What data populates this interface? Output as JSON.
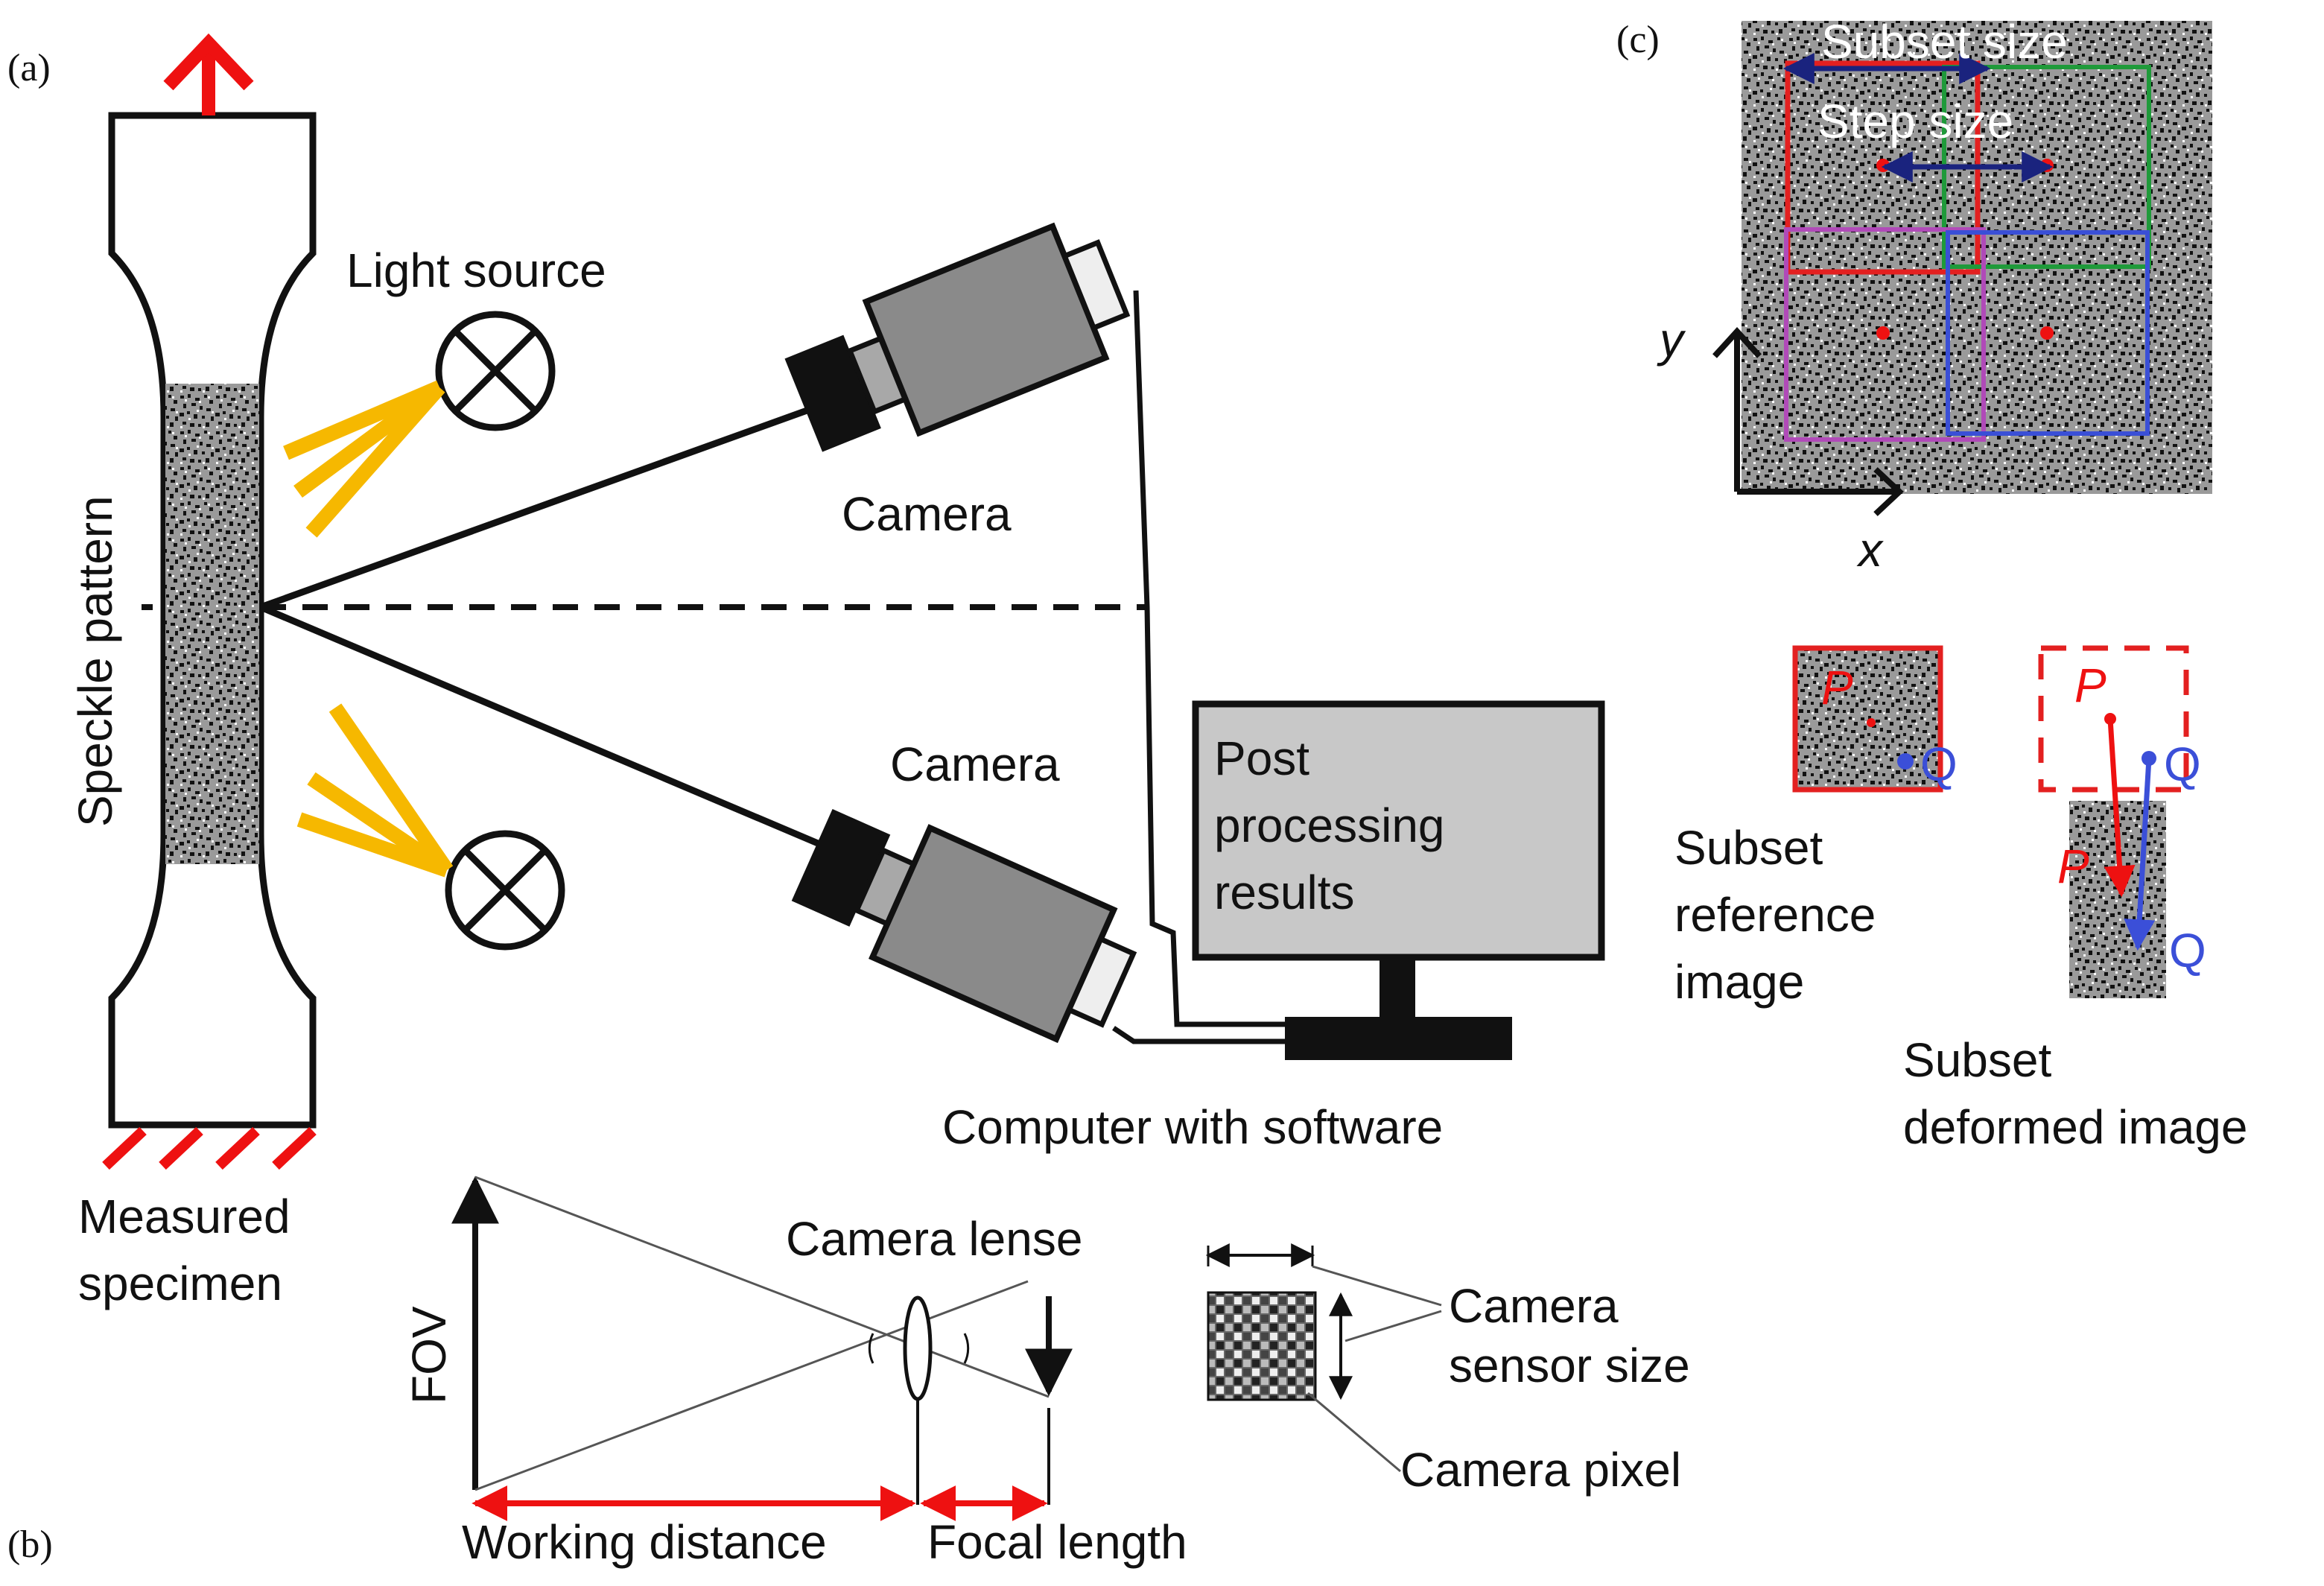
{
  "panels": {
    "a": "(a)",
    "b": "(b)",
    "c": "(c)"
  },
  "labels": {
    "light_source": "Light source",
    "speckle_pattern": "Speckle pattern",
    "camera_top": "Camera",
    "camera_bottom": "Camera",
    "measured_specimen": [
      "Measured",
      "specimen"
    ],
    "post_processing": [
      "Post",
      "processing",
      "results"
    ],
    "computer": "Computer with software",
    "fov": "FOV",
    "camera_lense": "Camera lense",
    "working_distance": "Working distance",
    "focal_length": "Focal length",
    "camera_sensor_size": [
      "Camera",
      "sensor size"
    ],
    "camera_pixel": "Camera pixel",
    "subset_size": "Subset size",
    "step_size": "Step size",
    "axis_x": "x",
    "axis_y": "y",
    "subset_reference": [
      "Subset",
      "reference",
      "image"
    ],
    "subset_deformed": [
      "Subset",
      "deformed image"
    ],
    "point_p": "P",
    "point_q": "Q"
  },
  "colors": {
    "arrow_red": "#ee1111",
    "light_yellow": "#f6b800",
    "subset_red": "#e32020",
    "subset_green": "#1f9a3a",
    "subset_blue": "#3a4fd6",
    "subset_purple": "#b04ab8",
    "navy": "#1a237e",
    "q_blue": "#3b4fd8",
    "monitor_gray": "#c8c8c8",
    "camera_gray": "#8a8a8a"
  }
}
